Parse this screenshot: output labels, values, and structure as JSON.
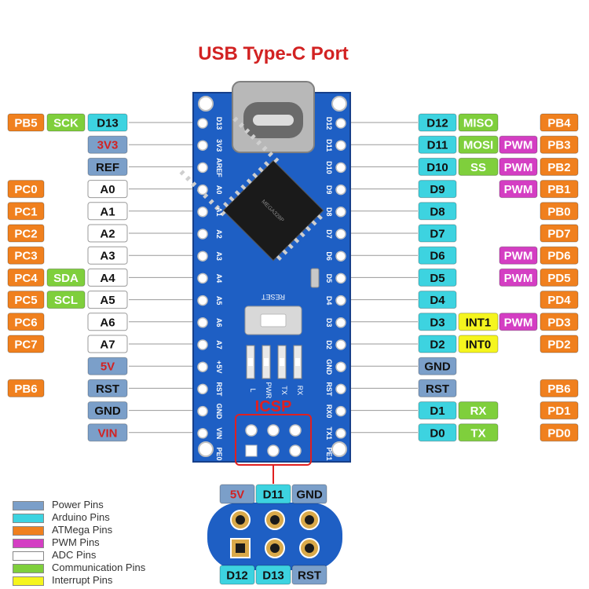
{
  "title": "USB Type-C Port",
  "icsp_label": "ICSP",
  "reset_label": "RESET",
  "chip_text": "MEGA328P",
  "colors": {
    "power": "#7b9fc9",
    "arduino": "#3dd3e0",
    "atmega": "#f0801e",
    "pwm": "#d43ec3",
    "adc": "#ffffff",
    "comm": "#7fcf3c",
    "interrupt": "#f5f51e",
    "title_red": "#d22222",
    "board_blue": "#1e5fc4"
  },
  "left_rows": [
    {
      "atm": "PB5",
      "comm": "SCK",
      "main": "D13",
      "main_type": "arduino",
      "silk": "D13"
    },
    {
      "atm": "",
      "comm": "",
      "main": "3V3",
      "main_type": "power-red",
      "silk": "3V3"
    },
    {
      "atm": "",
      "comm": "",
      "main": "REF",
      "main_type": "power",
      "silk": "AREF"
    },
    {
      "atm": "PC0",
      "comm": "",
      "main": "A0",
      "main_type": "adc",
      "silk": "A0"
    },
    {
      "atm": "PC1",
      "comm": "",
      "main": "A1",
      "main_type": "adc",
      "silk": "A1"
    },
    {
      "atm": "PC2",
      "comm": "",
      "main": "A2",
      "main_type": "adc",
      "silk": "A2"
    },
    {
      "atm": "PC3",
      "comm": "",
      "main": "A3",
      "main_type": "adc",
      "silk": "A3"
    },
    {
      "atm": "PC4",
      "comm": "SDA",
      "main": "A4",
      "main_type": "adc",
      "silk": "A4"
    },
    {
      "atm": "PC5",
      "comm": "SCL",
      "main": "A5",
      "main_type": "adc",
      "silk": "A5"
    },
    {
      "atm": "PC6",
      "comm": "",
      "main": "A6",
      "main_type": "adc",
      "silk": "A6"
    },
    {
      "atm": "PC7",
      "comm": "",
      "main": "A7",
      "main_type": "adc",
      "silk": "A7"
    },
    {
      "atm": "",
      "comm": "",
      "main": "5V",
      "main_type": "power-red",
      "silk": "+5V"
    },
    {
      "atm": "PB6",
      "comm": "",
      "main": "RST",
      "main_type": "power",
      "silk": "RST"
    },
    {
      "atm": "",
      "comm": "",
      "main": "GND",
      "main_type": "power",
      "silk": "GND"
    },
    {
      "atm": "",
      "comm": "",
      "main": "VIN",
      "main_type": "power-red",
      "silk": "VIN"
    }
  ],
  "right_rows": [
    {
      "main": "D12",
      "main_type": "arduino",
      "extra1": "MISO",
      "extra1_type": "comm",
      "extra2": "",
      "extra2_type": "",
      "atm": "PB4",
      "silk": "D12"
    },
    {
      "main": "D11",
      "main_type": "arduino",
      "extra1": "MOSI",
      "extra1_type": "comm",
      "extra2": "PWM",
      "extra2_type": "pwm",
      "atm": "PB3",
      "silk": "D11"
    },
    {
      "main": "D10",
      "main_type": "arduino",
      "extra1": "SS",
      "extra1_type": "comm",
      "extra2": "PWM",
      "extra2_type": "pwm",
      "atm": "PB2",
      "silk": "D10"
    },
    {
      "main": "D9",
      "main_type": "arduino",
      "extra1": "",
      "extra1_type": "",
      "extra2": "PWM",
      "extra2_type": "pwm",
      "atm": "PB1",
      "silk": "D9"
    },
    {
      "main": "D8",
      "main_type": "arduino",
      "extra1": "",
      "extra1_type": "",
      "extra2": "",
      "extra2_type": "",
      "atm": "PB0",
      "silk": "D8"
    },
    {
      "main": "D7",
      "main_type": "arduino",
      "extra1": "",
      "extra1_type": "",
      "extra2": "",
      "extra2_type": "",
      "atm": "PD7",
      "silk": "D7"
    },
    {
      "main": "D6",
      "main_type": "arduino",
      "extra1": "",
      "extra1_type": "",
      "extra2": "PWM",
      "extra2_type": "pwm",
      "atm": "PD6",
      "silk": "D6"
    },
    {
      "main": "D5",
      "main_type": "arduino",
      "extra1": "",
      "extra1_type": "",
      "extra2": "PWM",
      "extra2_type": "pwm",
      "atm": "PD5",
      "silk": "D5"
    },
    {
      "main": "D4",
      "main_type": "arduino",
      "extra1": "",
      "extra1_type": "",
      "extra2": "",
      "extra2_type": "",
      "atm": "PD4",
      "silk": "D4"
    },
    {
      "main": "D3",
      "main_type": "arduino",
      "extra1": "INT1",
      "extra1_type": "interrupt",
      "extra2": "PWM",
      "extra2_type": "pwm",
      "atm": "PD3",
      "silk": "D3"
    },
    {
      "main": "D2",
      "main_type": "arduino",
      "extra1": "INT0",
      "extra1_type": "interrupt",
      "extra2": "",
      "extra2_type": "",
      "atm": "PD2",
      "silk": "D2"
    },
    {
      "main": "GND",
      "main_type": "power",
      "extra1": "",
      "extra1_type": "",
      "extra2": "",
      "extra2_type": "",
      "atm": "",
      "silk": "GND"
    },
    {
      "main": "RST",
      "main_type": "power",
      "extra1": "",
      "extra1_type": "",
      "extra2": "",
      "extra2_type": "",
      "atm": "PB6",
      "silk": "RST"
    },
    {
      "main": "D1",
      "main_type": "arduino",
      "extra1": "RX",
      "extra1_type": "comm",
      "extra2": "",
      "extra2_type": "",
      "atm": "PD1",
      "silk": "RX0"
    },
    {
      "main": "D0",
      "main_type": "arduino",
      "extra1": "TX",
      "extra1_type": "comm",
      "extra2": "",
      "extra2_type": "",
      "atm": "PD0",
      "silk": "TX1"
    }
  ],
  "board_bottom_left": "PE0",
  "board_bottom_right": "PE1",
  "led_labels": [
    "L",
    "PWR",
    "TX",
    "RX"
  ],
  "icsp_pins_top": [
    {
      "label": "5V",
      "type": "power-red"
    },
    {
      "label": "D11",
      "type": "arduino"
    },
    {
      "label": "GND",
      "type": "power"
    }
  ],
  "icsp_pins_bottom": [
    {
      "label": "D12",
      "type": "arduino"
    },
    {
      "label": "D13",
      "type": "arduino"
    },
    {
      "label": "RST",
      "type": "power"
    }
  ],
  "legend": [
    {
      "label": "Power Pins",
      "type": "power"
    },
    {
      "label": "Arduino Pins",
      "type": "arduino"
    },
    {
      "label": "ATMega Pins",
      "type": "atmega"
    },
    {
      "label": "PWM Pins",
      "type": "pwm"
    },
    {
      "label": "ADC Pins",
      "type": "adc"
    },
    {
      "label": "Communication Pins",
      "type": "comm"
    },
    {
      "label": "Interrupt Pins",
      "type": "interrupt"
    }
  ]
}
